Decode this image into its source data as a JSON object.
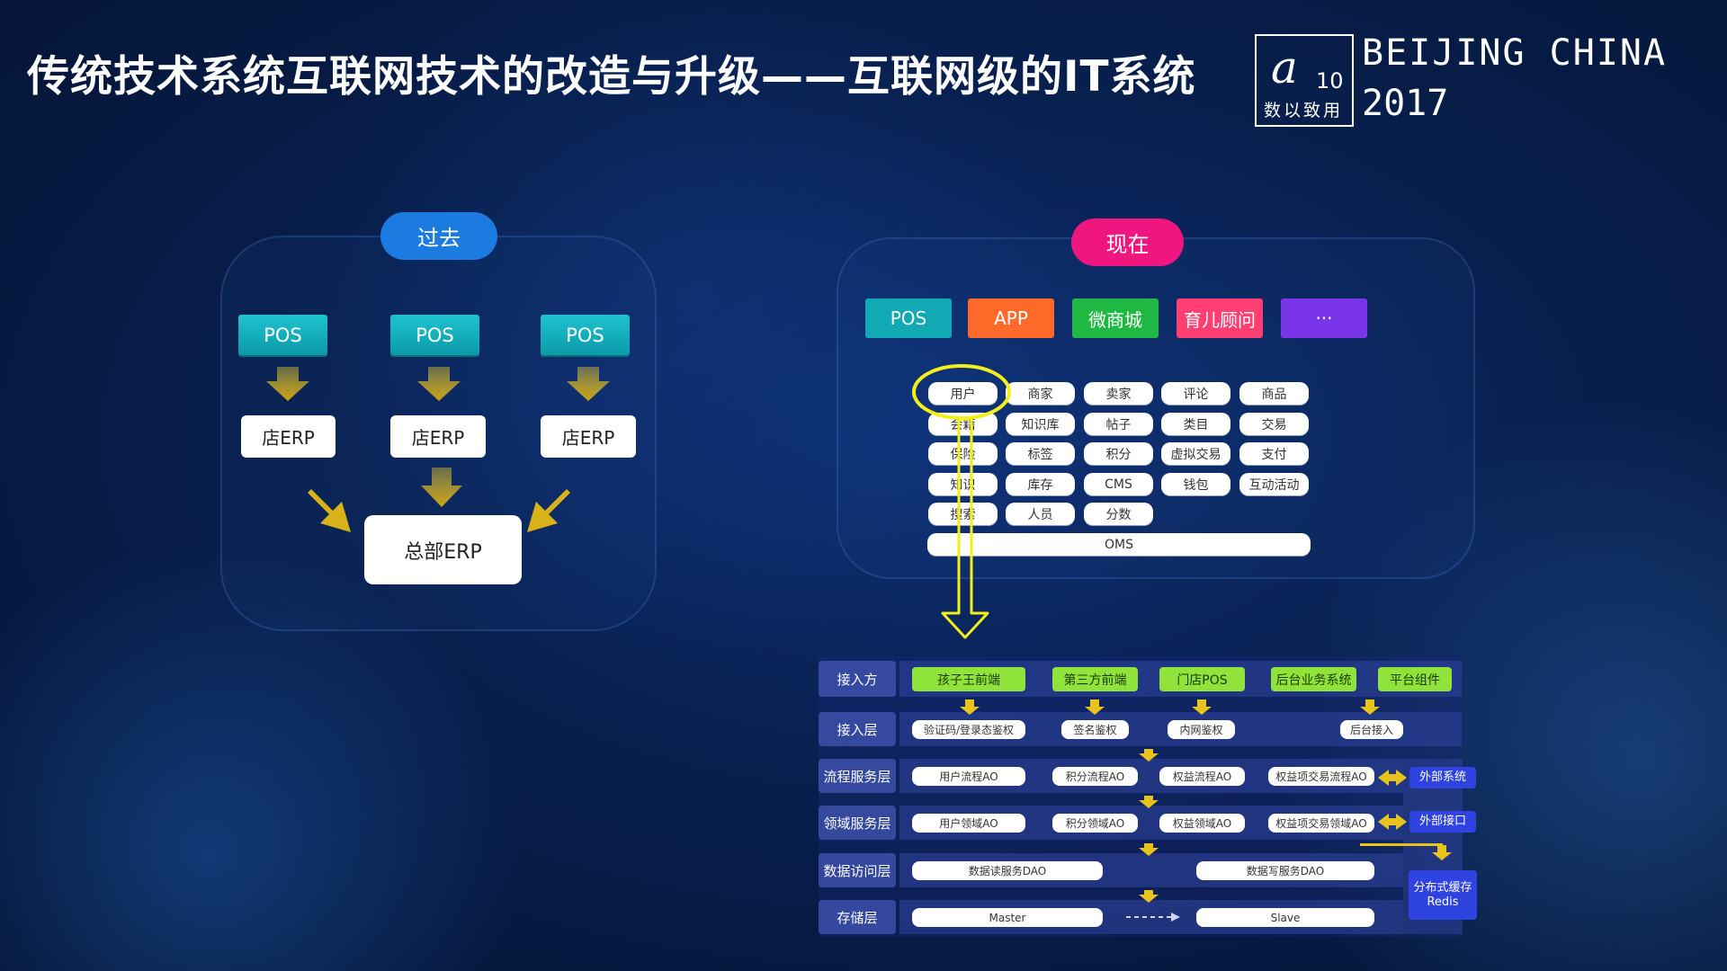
{
  "header": {
    "title": "传统技术系统互联网技术的改造与升级——互联网级的IT系统",
    "logo": {
      "mark": "a",
      "num": "10",
      "cn": "数以致用"
    },
    "city": "BEIJING CHINA",
    "year": "2017"
  },
  "past": {
    "label": "过去",
    "pos": [
      "POS",
      "POS",
      "POS"
    ],
    "store_erp": [
      "店ERP",
      "店ERP",
      "店ERP"
    ],
    "hq_erp": "总部ERP"
  },
  "present": {
    "label": "现在",
    "channels": [
      {
        "label": "POS",
        "color": "#10a9b4"
      },
      {
        "label": "APP",
        "color": "#ff6a2a"
      },
      {
        "label": "微商城",
        "color": "#1fb843"
      },
      {
        "label": "育儿顾问",
        "color": "#ff3f72"
      },
      {
        "label": "···",
        "color": "#7b35e8"
      }
    ],
    "capabilities": [
      [
        "用户",
        "商家",
        "卖家",
        "评论",
        "商品"
      ],
      [
        "会籍",
        "知识库",
        "帖子",
        "类目",
        "交易"
      ],
      [
        "保险",
        "标签",
        "积分",
        "虚拟交易",
        "支付"
      ],
      [
        "知识",
        "库存",
        "CMS",
        "钱包",
        "互动活动"
      ],
      [
        "搜索",
        "人员",
        "分数"
      ]
    ],
    "oms": "OMS",
    "layers": {
      "access_party": {
        "label": "接入方",
        "items": [
          "孩子王前端",
          "第三方前端",
          "门店POS",
          "后台业务系统",
          "平台组件"
        ]
      },
      "access_layer": {
        "label": "接入层",
        "items": [
          "验证码/登录态鉴权",
          "签名鉴权",
          "内网鉴权",
          "后台接入"
        ]
      },
      "process_layer": {
        "label": "流程服务层",
        "items": [
          "用户流程AO",
          "积分流程AO",
          "权益流程AO",
          "权益项交易流程AO"
        ]
      },
      "domain_layer": {
        "label": "领域服务层",
        "items": [
          "用户领域AO",
          "积分领域AO",
          "权益领域AO",
          "权益项交易领域AO"
        ]
      },
      "data_layer": {
        "label": "数据访问层",
        "items": [
          "数据读服务DAO",
          "数据写服务DAO"
        ]
      },
      "storage_layer": {
        "label": "存储层",
        "items": [
          "Master",
          "Slave"
        ]
      },
      "external_system": "外部系统",
      "external_api": "外部接口",
      "cache": {
        "line1": "分布式缓存",
        "line2": "Redis"
      }
    }
  },
  "colors": {
    "accent_blue": "#1c7be0",
    "accent_pink": "#f0167f",
    "arrow_gold": "#d9b21a",
    "highlight": "#f3ef1a"
  }
}
